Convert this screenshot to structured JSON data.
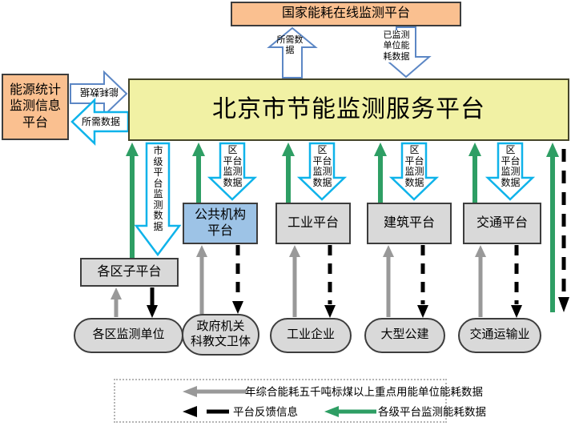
{
  "colors": {
    "orange": "#FAC090",
    "yellow": "#F1F1A4",
    "bluebox": "#9DC3E6",
    "graybox": "#D9D9D9",
    "cyan": "#0FB3EA",
    "blue": "#5C87C5",
    "green": "#2E9E64",
    "gray": "#999999",
    "black": "#000000"
  },
  "nodes": {
    "national": "国家能耗在线监测平台",
    "beijing": "北京市节能监测服务平台",
    "energy_stat": "能源统计\n监测信息\n平台",
    "public": "公共机构\n平台",
    "industry": "工业平台",
    "building": "建筑平台",
    "transport": "交通平台",
    "district": "各区子平台"
  },
  "units": {
    "district_units": "各区监测单位",
    "government": "政府机关\n科教文卫体",
    "industry_enterprises": "工业企业",
    "public_buildings": "大型公建",
    "transport_industry": "交通运输业"
  },
  "flows": {
    "needed_up": "所需数\n据",
    "monitored_down": "已监测\n单位能\n耗数据",
    "energy_right": "能耗数据",
    "needed_left": "所需数据",
    "city_down": "市\n级\n平\n台\n监\n测\n数\n据",
    "district_down": "区\n平台\n监测\n数据"
  },
  "legend": {
    "row1": "年综合能耗五千吨标煤以上重点用能单位能耗数据",
    "row2": "平台反馈信息",
    "row3": "各级平台监测能耗数据"
  }
}
